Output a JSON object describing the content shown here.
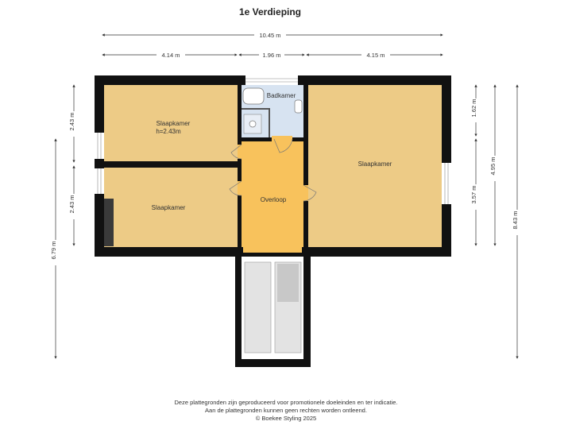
{
  "title": "1e Verdieping",
  "dimensions": {
    "total_width": "10.45 m",
    "w1": "4.14 m",
    "w2": "1.96 m",
    "w3": "4.15 m",
    "left_h1": "2.43 m",
    "left_h2": "2.43 m",
    "left_total": "6.79 m",
    "right_h1": "1.62 m",
    "right_h2": "3.57 m",
    "right_mid": "4.95 m",
    "right_total": "8.43 m"
  },
  "rooms": {
    "bedroom1": "Slaapkamer",
    "bedroom1_height": "h=2.43m",
    "bedroom2": "Slaapkamer",
    "bedroom3": "Slaapkamer",
    "bathroom": "Badkamer",
    "landing": "Overloop"
  },
  "colors": {
    "bedroom": "#EDCB86",
    "landing": "#F8C25C",
    "bathroom": "#D7E3F1",
    "wall": "#111111",
    "balcony": "#D8D8D8"
  },
  "footer": {
    "line1": "Deze plattegronden zijn geproduceerd voor promotionele doeleinden en ter indicatie.",
    "line2": "Aan de plattegronden kunnen geen rechten worden ontleend.",
    "line3": "© Boekee Styling 2025"
  }
}
